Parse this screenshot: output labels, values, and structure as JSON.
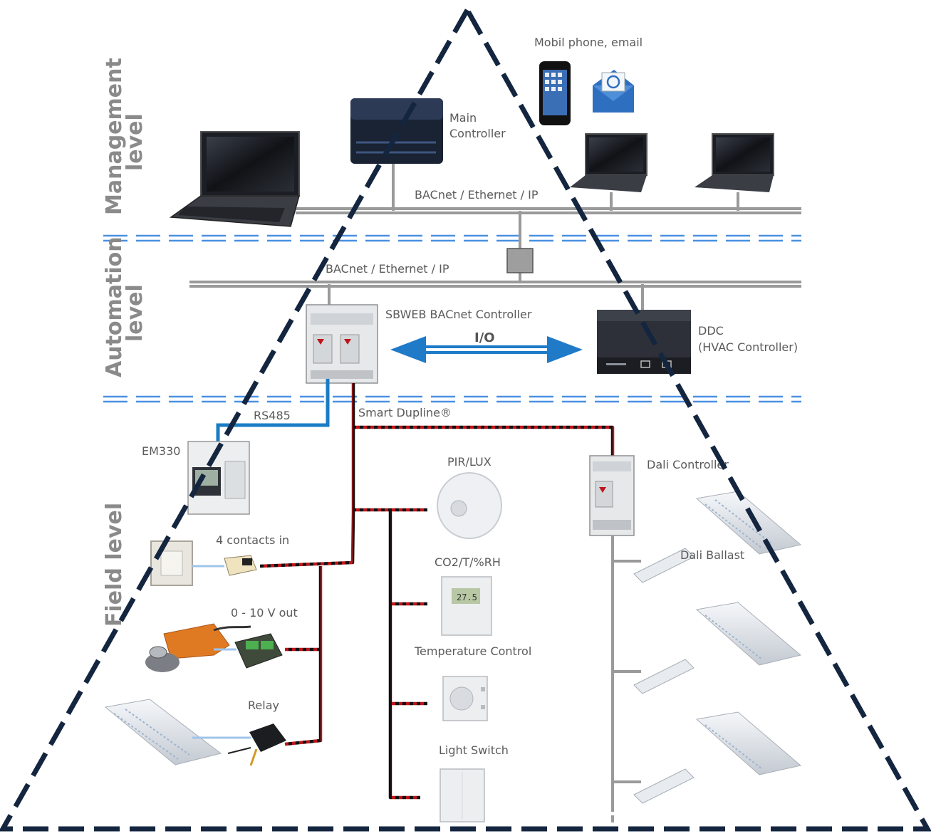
{
  "levels": {
    "management": [
      "Management",
      "level"
    ],
    "automation": [
      "Automation",
      "level"
    ],
    "field": "Field level"
  },
  "labels": {
    "mobile": "Mobil phone, email",
    "main_controller": [
      "Main",
      "Controller"
    ],
    "bacnet_top": "BACnet / Ethernet / IP",
    "bacnet_mid": "BACnet / Ethernet / IP",
    "sbweb": "SBWEB BACnet Controller",
    "io": "I/O",
    "ddc": [
      "DDC",
      "(HVAC Controller)"
    ],
    "rs485": "RS485",
    "smart_dupline": "Smart Dupline®",
    "em330": "EM330",
    "pir_lux": "PIR/LUX",
    "dali_controller": "Dali Controller",
    "contacts_in": "4 contacts in",
    "dali_ballast": "Dali Ballast",
    "co2": "CO2/T/%RH",
    "volt_out": "0 - 10 V out",
    "temp_control": "Temperature Control",
    "relay": "Relay",
    "light_switch": "Light Switch",
    "sensor_display": "27.5"
  },
  "colors": {
    "triangle": "#14263f",
    "separator": "#4a90e2",
    "bus": "#9a9a9a",
    "rs485": "#1a7cc4",
    "dupline_red": "#c0141a",
    "dupline_black": "#111111",
    "arrow": "#1f7ac8"
  },
  "icons": [
    "laptop-icon",
    "main-controller-icon",
    "mobile-phone-icon",
    "email-icon",
    "sbweb-controller-icon",
    "ddc-controller-icon",
    "energy-meter-icon",
    "pir-sensor-icon",
    "wall-switch-icon",
    "contact-module-icon",
    "damper-actuator-icon",
    "analog-out-module-icon",
    "light-fixture-icon",
    "relay-module-icon",
    "co2-sensor-icon",
    "temperature-control-icon",
    "light-switch-icon",
    "dali-controller-icon",
    "dali-ballast-icon"
  ]
}
